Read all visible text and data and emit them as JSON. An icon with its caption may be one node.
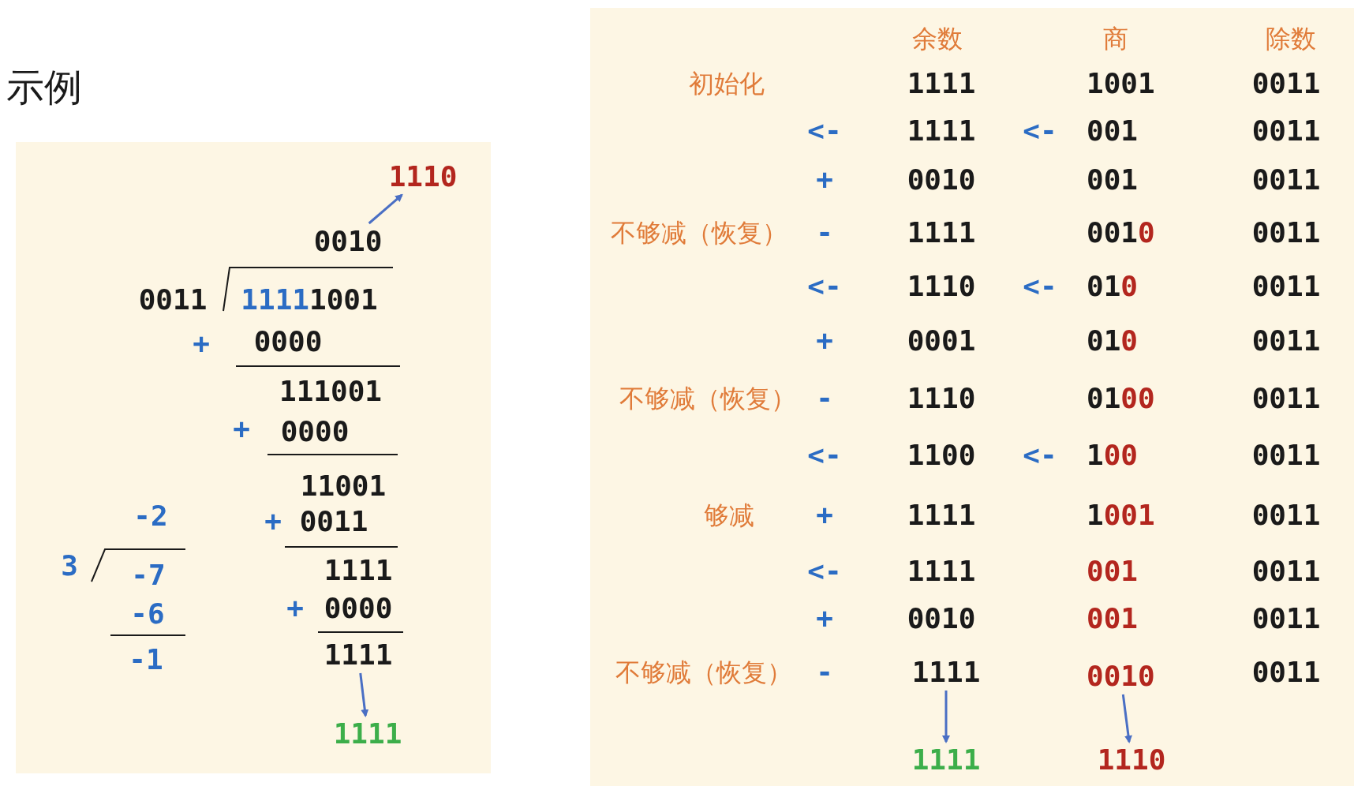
{
  "diagram": {
    "title": "示例",
    "nodes": [
      {
        "text": [
          "1110"
        ]
      },
      {
        "text": [
          "0010"
        ]
      },
      {
        "text": [
          "1111"
        ]
      },
      {
        "text": [
          "1111"
        ]
      },
      {
        "text": [
          "1111"
        ]
      },
      {
        "text": [
          "0010"
        ]
      },
      {
        "text": [
          "1111"
        ]
      },
      {
        "text": [
          "1110"
        ]
      }
    ],
    "edges": [
      {
        "from": 1,
        "to": 0,
        "arrow": "to"
      },
      {
        "from": 2,
        "to": 3,
        "arrow": "to"
      },
      {
        "from": 4,
        "to": 6,
        "arrow": "to"
      },
      {
        "from": 5,
        "to": 7,
        "arrow": "to"
      }
    ],
    "labels": [
      "0011",
      "11111001",
      "+",
      "0000",
      "111001",
      "+",
      "0000",
      "11001",
      "+",
      "0011",
      "1111",
      "+",
      "0000",
      "-2",
      "3",
      "-7",
      "-6",
      "-1",
      "余数",
      "商",
      "除数",
      "初始化",
      "1111",
      "1001",
      "0011",
      "<-",
      "1111",
      "<-",
      "001",
      "0011",
      "+",
      "0010",
      "001",
      "0011",
      "不够减（恢复）",
      "-",
      "1111",
      "0010",
      "0011",
      "<-",
      "1110",
      "<-",
      "010",
      "0011",
      "+",
      "0001",
      "010",
      "0011",
      "不够减（恢复）",
      "-",
      "1110",
      "0100",
      "0011",
      "<-",
      "1100",
      "<-",
      "100",
      "0011",
      "够减",
      "+",
      "1111",
      "1001",
      "0011",
      "<-",
      "1111",
      "001",
      "0011",
      "+",
      "0010",
      "001",
      "0011",
      "不够减（恢复）",
      "-",
      "0011"
    ]
  }
}
